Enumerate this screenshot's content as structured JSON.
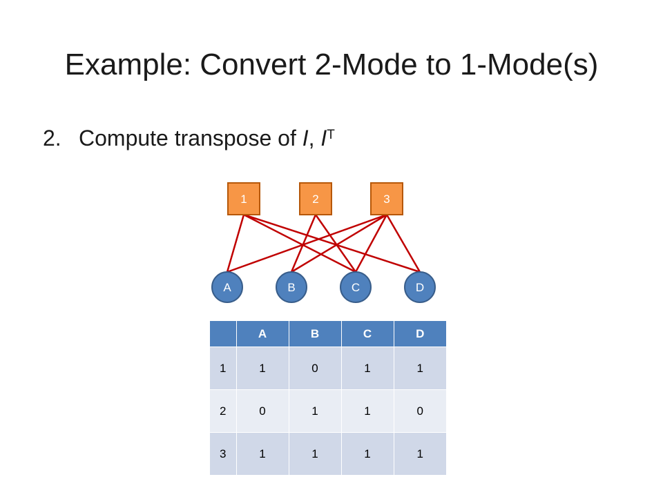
{
  "slide": {
    "title": "Example: Convert 2-Mode to 1-Mode(s)",
    "bullet": {
      "number": "2.",
      "text_before": "Compute transpose of ",
      "var_1": "I",
      "separator": ", ",
      "var_2": "I",
      "superscript": "T"
    }
  },
  "graph": {
    "top_nodes": [
      {
        "label": "1"
      },
      {
        "label": "2"
      },
      {
        "label": "3"
      }
    ],
    "bottom_nodes": [
      {
        "label": "A"
      },
      {
        "label": "B"
      },
      {
        "label": "C"
      },
      {
        "label": "D"
      }
    ],
    "edges": [
      [
        "1",
        "A"
      ],
      [
        "1",
        "C"
      ],
      [
        "1",
        "D"
      ],
      [
        "2",
        "B"
      ],
      [
        "2",
        "C"
      ],
      [
        "3",
        "A"
      ],
      [
        "3",
        "B"
      ],
      [
        "3",
        "C"
      ],
      [
        "3",
        "D"
      ]
    ],
    "colors": {
      "top_fill": "#f79646",
      "top_stroke": "#b65708",
      "bottom_fill": "#4f81bd",
      "bottom_stroke": "#385d8a",
      "edge": "#c00000"
    }
  },
  "matrix": {
    "header": [
      "",
      "A",
      "B",
      "C",
      "D"
    ],
    "rows": [
      {
        "label": "1",
        "values": [
          "1",
          "0",
          "1",
          "1"
        ]
      },
      {
        "label": "2",
        "values": [
          "0",
          "1",
          "1",
          "0"
        ]
      },
      {
        "label": "3",
        "values": [
          "1",
          "1",
          "1",
          "1"
        ]
      }
    ],
    "colors": {
      "header_bg": "#4f81bd",
      "band_dark": "#d0d8e8",
      "band_light": "#e9edf4"
    }
  }
}
